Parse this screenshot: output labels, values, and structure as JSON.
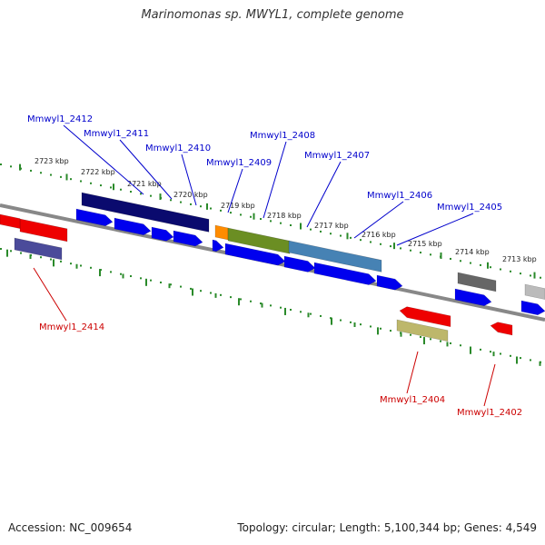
{
  "title": "Marinomonas sp. MWYL1, complete genome",
  "footer": {
    "accession": "Accession: NC_009654",
    "summary": "Topology: circular; Length: 5,100,344 bp; Genes: 4,549"
  },
  "scale_labels": [
    "2723 kbp",
    "2722 kbp",
    "2721 kbp",
    "2720 kbp",
    "2719 kbp",
    "2718 kbp",
    "2717 kbp",
    "2716 kbp",
    "2715 kbp",
    "2714 kbp",
    "2713 kbp"
  ],
  "gene_labels_top": [
    "Mmwyl1_2412",
    "Mmwyl1_2411",
    "Mmwyl1_2410",
    "Mmwyl1_2409",
    "Mmwyl1_2408",
    "Mmwyl1_2407",
    "Mmwyl1_2406",
    "Mmwyl1_2405"
  ],
  "gene_labels_bottom": [
    "Mmwyl1_2414",
    "Mmwyl1_2404",
    "Mmwyl1_2402"
  ],
  "colors": {
    "forward_label": "#0000cc",
    "reverse_label": "#cc0000",
    "backbone": "#888888",
    "tick": "#2a8a2a",
    "cds_blue": "#0000ee",
    "cog_navy": "#0a0a6e",
    "red": "#ee0000",
    "orange": "#ff8c00",
    "olive": "#6b8e23",
    "steelblue": "#4682b4",
    "slate": "#4b4b9a",
    "khaki": "#bdb76b",
    "dark_gray": "#666666",
    "light_gray": "#bbbbbb"
  }
}
